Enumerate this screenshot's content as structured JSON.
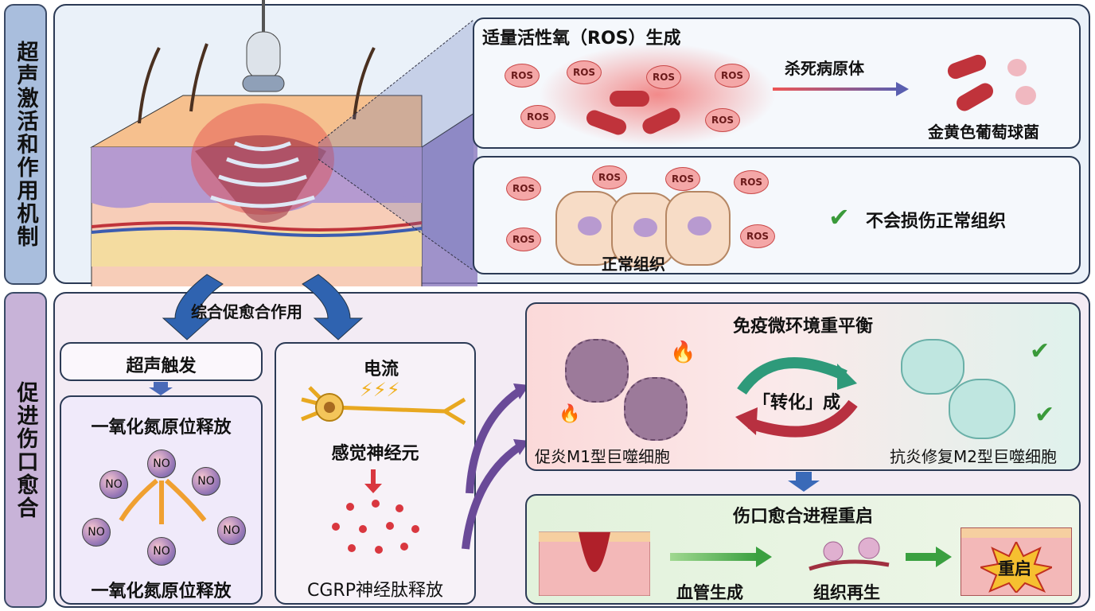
{
  "side_labels": {
    "top": "超声激活和作用机制",
    "bottom": "促进伤口愈合"
  },
  "ros_panel": {
    "title": "适量活性氧（ROS）生成",
    "ros_label": "ROS",
    "arrow_label": "杀死病原体",
    "bacteria_label": "金黄色葡萄球菌"
  },
  "normal_panel": {
    "ros_label": "ROS",
    "tissue_label": "正常组织",
    "check_label": "不会损伤正常组织"
  },
  "combined_label": "综合促愈合作用",
  "no_section": {
    "trigger": "超声触发",
    "title": "一氧化氮原位释放",
    "no_label": "NO",
    "caption": "一氧化氮原位释放"
  },
  "nerve_section": {
    "current": "电流",
    "neuron": "感觉神经元",
    "caption": "CGRP神经肽释放"
  },
  "immune": {
    "title": "免疫微环境重平衡",
    "convert": "「转化」成",
    "m1": "促炎M1型巨噬细胞",
    "m2": "抗炎修复M2型巨噬细胞"
  },
  "wound": {
    "title": "伤口愈合进程重启",
    "angio": "血管生成",
    "regen": "组织再生",
    "restart": "重启"
  },
  "colors": {
    "top_panel": "#eaf1f9",
    "bottom_panel": "#f3ebf4",
    "border": "#2b3a55",
    "arrow_blue": "#2f63b0",
    "ros_red": "#d9373f",
    "check_green": "#3a9a3a"
  }
}
